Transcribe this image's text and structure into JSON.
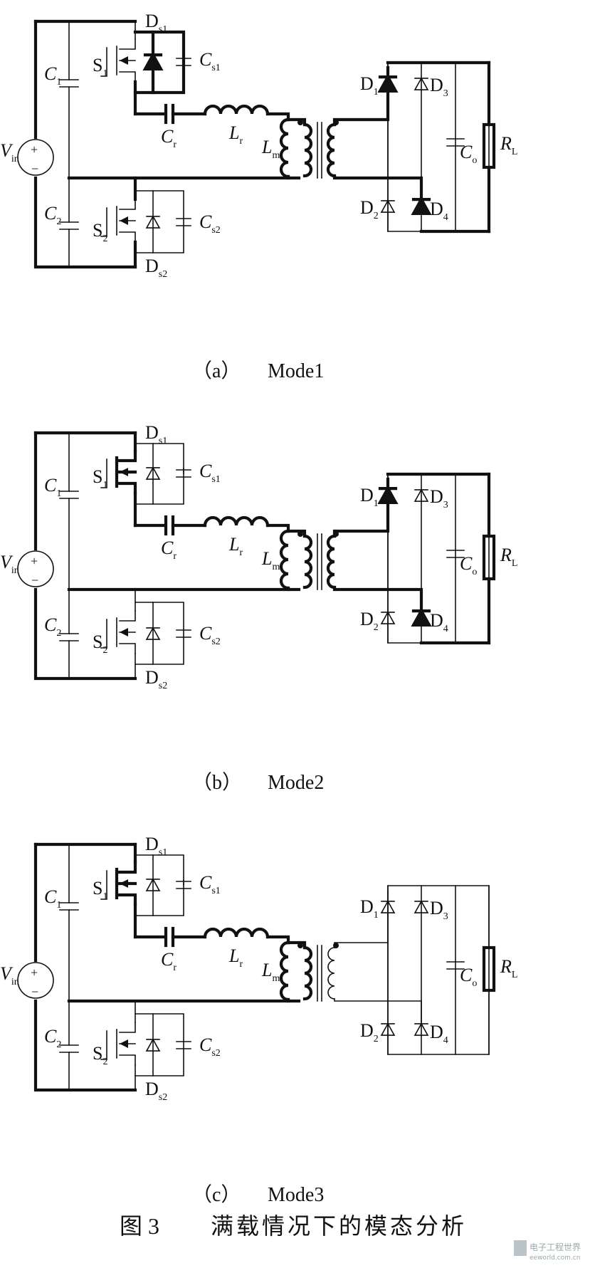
{
  "labels": {
    "Ds1": [
      "D",
      "s1"
    ],
    "Ds2": [
      "D",
      "s2"
    ],
    "Cs1": [
      "C",
      "s1"
    ],
    "Cs2": [
      "C",
      "s2"
    ],
    "S1": [
      "S",
      "1"
    ],
    "S2": [
      "S",
      "2"
    ],
    "C1": [
      "C",
      "1"
    ],
    "C2": [
      "C",
      "2"
    ],
    "Vin": [
      "V",
      "in"
    ],
    "Cr": [
      "C",
      "r"
    ],
    "Lr": [
      "L",
      "r"
    ],
    "Lm": [
      "L",
      "m"
    ],
    "D1": [
      "D",
      "1"
    ],
    "D2": [
      "D",
      "2"
    ],
    "D3": [
      "D",
      "3"
    ],
    "D4": [
      "D",
      "4"
    ],
    "Co": [
      "C",
      "o"
    ],
    "RL": [
      "R",
      "L"
    ]
  },
  "panels": [
    {
      "id": "a",
      "caption_letter": "（a）",
      "caption_mode": "Mode1",
      "s1_bold": false,
      "ds1_bold": true,
      "d1_bold": true,
      "d4_bold": true,
      "secondary_bold": true,
      "dot_variant": "a"
    },
    {
      "id": "b",
      "caption_letter": "（b）",
      "caption_mode": "Mode2",
      "s1_bold": true,
      "ds1_bold": false,
      "d1_bold": true,
      "d4_bold": true,
      "secondary_bold": true,
      "dot_variant": "b"
    },
    {
      "id": "c",
      "caption_letter": "（c）",
      "caption_mode": "Mode3",
      "s1_bold": true,
      "ds1_bold": false,
      "d1_bold": false,
      "d4_bold": false,
      "secondary_bold": false,
      "dot_variant": "c"
    }
  ],
  "figure": {
    "number": "图 3",
    "title": "满载情况下的模态分析"
  },
  "watermark": {
    "line1": "电子工程世界",
    "line2": "eeworld.com.cn"
  }
}
